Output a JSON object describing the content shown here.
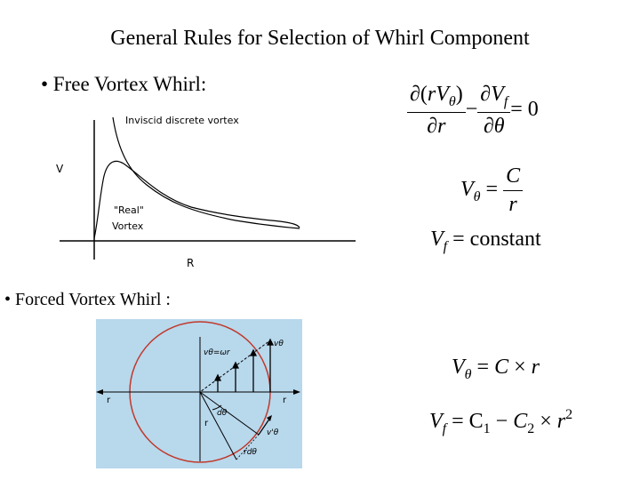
{
  "title": "General Rules for Selection of  Whirl Component",
  "bullets": {
    "free": "• Free Vortex Whirl:",
    "forced": "• Forced Vortex Whirl :"
  },
  "free_graph": {
    "annotation_inviscid": "Inviscid discrete vortex",
    "annotation_real_1": "\"Real\"",
    "annotation_real_2": "Vortex",
    "y_axis_label": "V",
    "x_axis_label": "R"
  },
  "forced_diagram": {
    "background_color": "#b8d8ec",
    "circle_color": "#c0392b",
    "label_r_left": "r",
    "label_r_right": "r",
    "label_r_center": "r",
    "label_v_theta_omega_r": "vθ=ωr",
    "label_v_theta": "vθ",
    "label_v_theta_prime": "v'θ",
    "label_d_theta": "dθ",
    "label_r_d_theta": "rdθ"
  },
  "equations": {
    "eq1": {
      "num1_pre": "∂(",
      "num1_r": "r",
      "num1_v": "V",
      "num1_sub": "θ",
      "num1_post": ")",
      "den1": "∂r",
      "minus": "−",
      "num2_pre": "∂",
      "num2_v": "V",
      "num2_sub": "f",
      "den2": "∂θ",
      "rhs": "= 0"
    },
    "eq2": {
      "lhs_v": "V",
      "lhs_sub": "θ",
      "eq": "=",
      "num": "C",
      "den": "r"
    },
    "eq3": {
      "lhs_v": "V",
      "lhs_sub": "f",
      "rhs": "= constant"
    },
    "eq4": {
      "lhs_v": "V",
      "lhs_sub": "θ",
      "rhs_pre": "= ",
      "c": "C",
      "times": " × ",
      "r": "r"
    },
    "eq5": {
      "lhs_v": "V",
      "lhs_sub": "f",
      "rhs_pre": "= C",
      "c1_sub": "1",
      "minus": " − ",
      "c2": "C",
      "c2_sub": "2",
      "times": " × ",
      "r": "r",
      "exp": "2"
    }
  }
}
